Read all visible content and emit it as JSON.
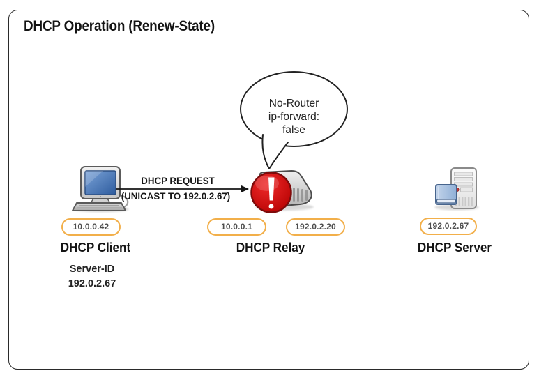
{
  "title": "DHCP Operation (Renew-State)",
  "colors": {
    "badge_border": "#F2AF4A",
    "badge_text": "#4D4D4D",
    "error_red": "#C00000",
    "frame_border": "#2A2A2A",
    "screen_blue": "#3465A4"
  },
  "message": {
    "label": "DHCP REQUEST",
    "sublabel": "(UNICAST TO 192.0.2.67)"
  },
  "bubble": {
    "lines": [
      "No-Router",
      "ip-forward:",
      "false"
    ]
  },
  "nodes": {
    "client": {
      "label": "DHCP Client",
      "ip": "10.0.0.42",
      "icon": "desktop-computer-icon",
      "note": [
        "Server-ID",
        "192.0.2.67"
      ]
    },
    "relay": {
      "label": "DHCP Relay",
      "ip_left": "10.0.0.1",
      "ip_right": "192.0.2.20",
      "icon": "router-icon",
      "status_icon": "error-exclamation-icon"
    },
    "server": {
      "label": "DHCP Server",
      "ip": "192.0.2.67",
      "icon": "server-tower-icon"
    }
  }
}
